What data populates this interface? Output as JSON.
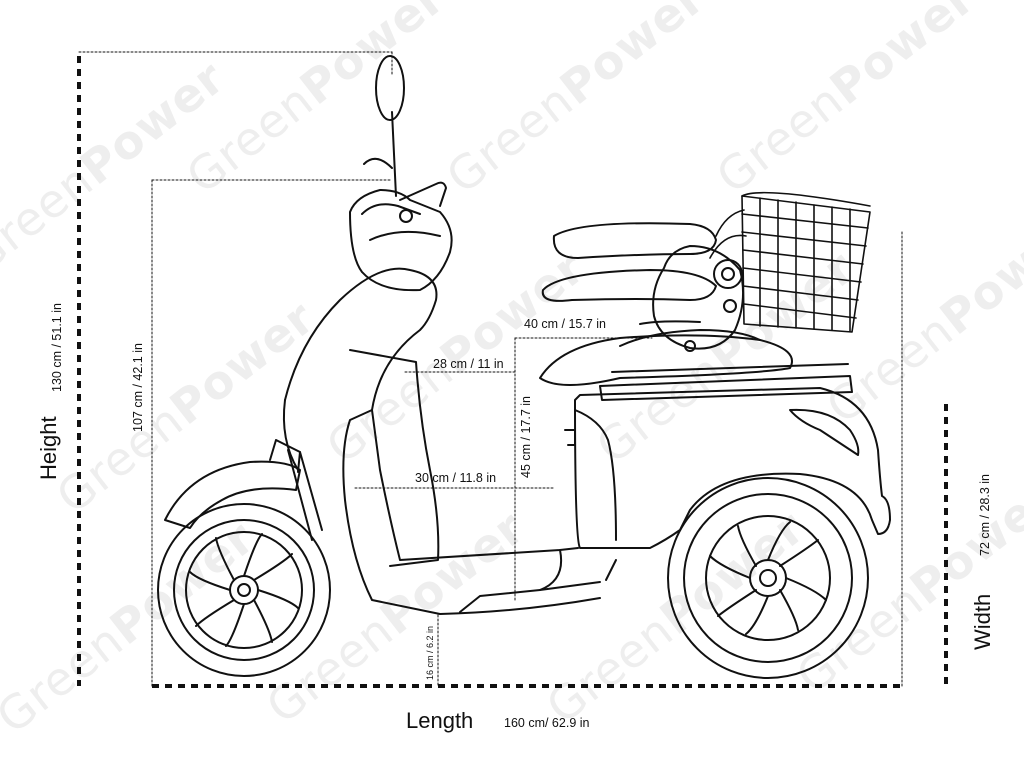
{
  "watermark": {
    "text_light": "Green",
    "text_bold": "Power"
  },
  "dimensions": {
    "height": {
      "label": "Height",
      "value": "130 cm / 51.1 in"
    },
    "seat_height": {
      "value": "107 cm / 42.1 in"
    },
    "length": {
      "label": "Length",
      "value": "160 cm/ 62.9 in"
    },
    "width": {
      "label": "Width",
      "value": "72 cm / 28.3 in"
    },
    "seat_width": {
      "value": "40 cm / 15.7 in"
    },
    "floor_width": {
      "value": "28 cm / 11 in"
    },
    "legroom": {
      "value": "30 cm / 11.8 in"
    },
    "seat_to_floor": {
      "value": "45 cm / 17.7 in"
    },
    "ground_clearance": {
      "value": "16 cm / 6.2 in"
    }
  },
  "colors": {
    "line": "#111111",
    "watermark": "#eeeeee",
    "background": "#ffffff"
  }
}
